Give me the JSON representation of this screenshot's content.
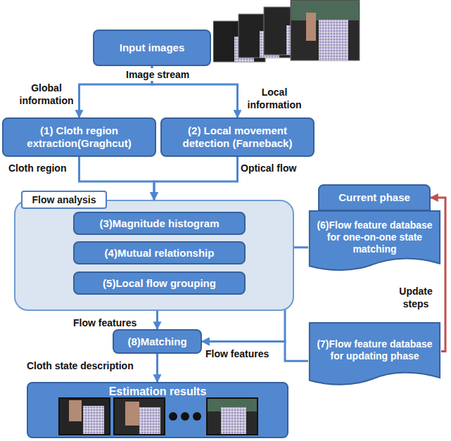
{
  "diagram": {
    "nodes": [
      {
        "text": [
          "Input images"
        ]
      },
      {
        "text": [
          "(1) Cloth region extraction(Graghcut)"
        ]
      },
      {
        "text": [
          "(2) Local movement detection (Farneback)"
        ]
      },
      {
        "text": [
          "Flow analysis"
        ]
      },
      {
        "text": [
          "(3)Magnitude histogram"
        ],
        "in": 3
      },
      {
        "text": [
          "(4)Mutual relationship"
        ],
        "in": 3
      },
      {
        "text": [
          "(5)Local flow grouping"
        ],
        "in": 3
      },
      {
        "text": [
          "Current phase"
        ]
      },
      {
        "text": [
          "(6)Flow feature database for one-on-one state matching"
        ]
      },
      {
        "text": [
          "(7)Flow feature database for updating phase"
        ]
      },
      {
        "text": [
          "(8)Matching"
        ]
      },
      {
        "text": [
          "Estimation results"
        ]
      }
    ],
    "edges": [
      {
        "from": 0,
        "to": 1,
        "arrow": "to",
        "label": "Global information"
      },
      {
        "from": 0,
        "to": 2,
        "arrow": "to",
        "label": "Local information"
      },
      {
        "from": 1,
        "to": 3,
        "arrow": "to",
        "label": "Cloth region"
      },
      {
        "from": 2,
        "to": 3,
        "arrow": "to",
        "label": "Optical flow"
      },
      {
        "from": 3,
        "to": 10,
        "arrow": "to",
        "label": "Flow features"
      },
      {
        "from": 8,
        "to": 10,
        "arrow": "to"
      },
      {
        "from": 9,
        "to": 10,
        "arrow": "to",
        "label": "Flow features"
      },
      {
        "from": 10,
        "to": 11,
        "arrow": "to",
        "label": "Cloth state description"
      },
      {
        "from": 9,
        "to": 7,
        "arrow": "to",
        "label": "Update steps"
      }
    ],
    "labels": [
      "Image stream"
    ]
  }
}
